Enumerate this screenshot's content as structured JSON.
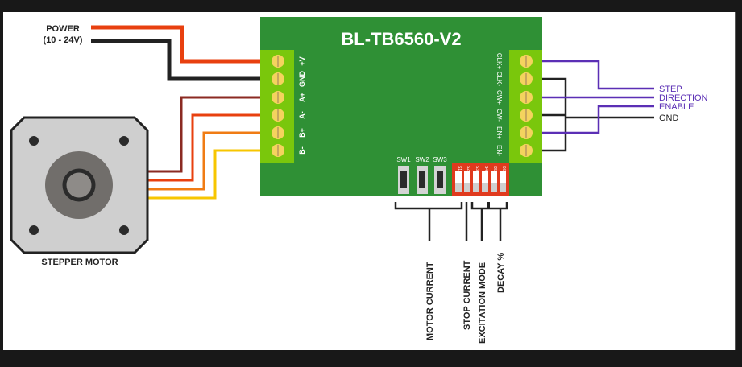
{
  "board": {
    "title": "BL-TB6560-V2",
    "left_terminals": [
      "+V",
      "GND",
      "A+",
      "A-",
      "B+",
      "B-"
    ],
    "right_terminals": [
      "CLK+",
      "CLK-",
      "CW+",
      "CW-",
      "EN+",
      "EN-"
    ],
    "switches": [
      "SW1",
      "SW2",
      "SW3"
    ],
    "dip_switches": [
      "S1",
      "S2",
      "S3",
      "S4",
      "S5",
      "S6"
    ]
  },
  "power": {
    "label_line1": "POWER",
    "label_line2": "(10 - 24V)"
  },
  "motor": {
    "label": "STEPPER MOTOR"
  },
  "signals": [
    {
      "label": "STEP",
      "color": "#5b2fb5"
    },
    {
      "label": "DIRECTION",
      "color": "#5b2fb5"
    },
    {
      "label": "ENABLE",
      "color": "#5b2fb5"
    },
    {
      "label": "GND",
      "color": "#222222"
    }
  ],
  "callouts": {
    "motor_current": "MOTOR CURRENT",
    "stop_current": "STOP CURRENT",
    "excitation_mode": "EXCITATION MODE",
    "decay": "DECAY %"
  },
  "colors": {
    "board_green": "#2f9035",
    "terminal_green": "#7ac70c",
    "screw_yellow": "#f4d35e",
    "dip_red": "#e03a1e",
    "power_red": "#e8400f",
    "wire_black": "#222222",
    "wire_brown": "#8b2a22",
    "wire_red": "#e8400f",
    "wire_orange": "#f07c14",
    "wire_yellow": "#f7c600",
    "signal_purple": "#5b2fb5"
  }
}
